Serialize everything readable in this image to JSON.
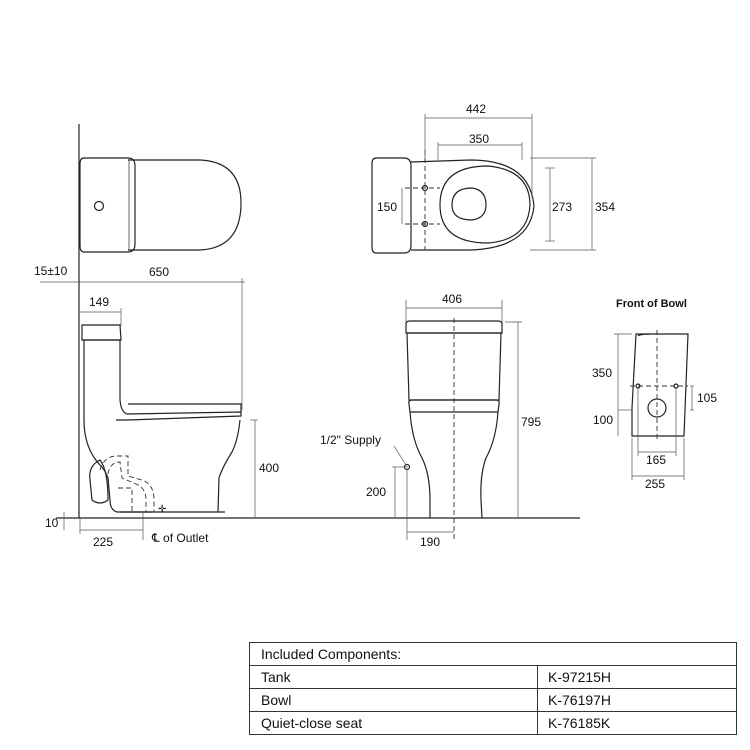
{
  "drawing": {
    "top_view": {
      "overall_width": "442",
      "fixing_width": "350",
      "inlet_spacing": "150",
      "seat_depth": "273",
      "overall_depth": "354"
    },
    "side_view": {
      "wall_gap": "15±10",
      "overall_length": "650",
      "tank_offset": "149",
      "seat_height": "400",
      "base_offset": "10",
      "outlet_distance": "225",
      "outlet_label": "℄ of Outlet"
    },
    "front_view": {
      "tank_width": "406",
      "overall_height": "795",
      "supply_label": "1/2\" Supply",
      "supply_height": "200",
      "supply_offset": "190"
    },
    "bowl_front": {
      "title": "Front of Bowl",
      "fixing_height": "350",
      "fixing_offset": "105",
      "outlet_height": "100",
      "fixing_spacing": "165",
      "base_width": "255"
    }
  },
  "components": {
    "header": "Included Components:",
    "rows": [
      {
        "name": "Tank",
        "code": "K-97215H"
      },
      {
        "name": "Bowl",
        "code": "K-76197H"
      },
      {
        "name": "Quiet-close seat",
        "code": "K-76185K"
      }
    ]
  }
}
